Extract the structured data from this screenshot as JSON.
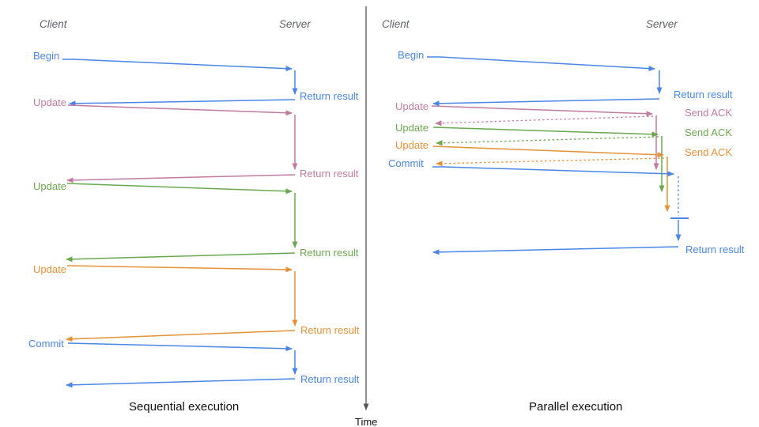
{
  "colors": {
    "blue": "#4a86e8",
    "pink": "#c27ba0",
    "green": "#6aa84f",
    "orange": "#e69138",
    "axis_gray": "#555555",
    "header_gray": "#5f6368",
    "title_black": "#111111"
  },
  "left_panel": {
    "title": "Sequential execution",
    "client_header": "Client",
    "server_header": "Server",
    "messages": [
      {
        "label": "Begin",
        "color": "blue",
        "response_label": "Return result"
      },
      {
        "label": "Update",
        "color": "pink",
        "response_label": "Return result"
      },
      {
        "label": "Update",
        "color": "green",
        "response_label": "Return result"
      },
      {
        "label": "Update",
        "color": "orange",
        "response_label": "Return result"
      },
      {
        "label": "Commit",
        "color": "blue",
        "response_label": "Return result"
      }
    ]
  },
  "right_panel": {
    "title": "Parallel execution",
    "client_header": "Client",
    "server_header": "Server",
    "messages": [
      {
        "label": "Begin",
        "color": "blue",
        "response_label": "Return result"
      },
      {
        "label": "Update",
        "color": "pink",
        "response_label": "Send ACK"
      },
      {
        "label": "Update",
        "color": "green",
        "response_label": "Send ACK"
      },
      {
        "label": "Update",
        "color": "orange",
        "response_label": "Send ACK"
      },
      {
        "label": "Commit",
        "color": "blue",
        "response_label": "Return result"
      }
    ]
  },
  "time_axis": {
    "label": "Time"
  }
}
